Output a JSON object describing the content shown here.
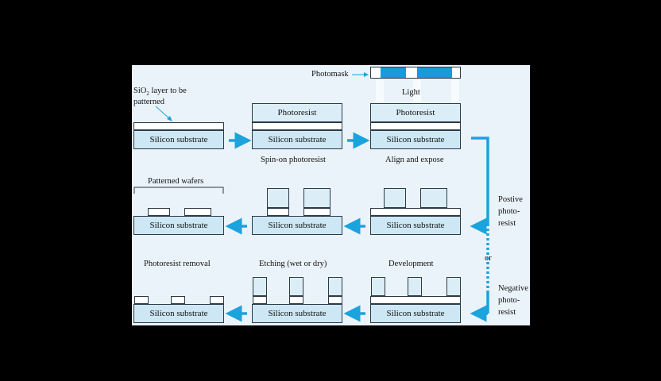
{
  "labels": {
    "photomask": "Photomask",
    "light": "Light",
    "sio2_main": "SiO",
    "sio2_sub": "2",
    "sio2_rest": " layer to be",
    "patterned": "patterned",
    "photoresist": "Photoresist",
    "substrate": "Silicon substrate",
    "spin_on": "Spin-on photoresist",
    "align_expose": "Align and expose",
    "patterned_wafers": "Patterned wafers",
    "photoresist_removal": "Photoresist removal",
    "etching": "Etching (wet or dry)",
    "development": "Development",
    "positive_1": "Postive",
    "positive_2": "photo-",
    "positive_3": "resist",
    "or": "or",
    "negative_1": "Negative",
    "negative_2": "photo-",
    "negative_3": "resist"
  },
  "colors": {
    "arrow": "#1ba3dd",
    "mask": "#1a9ad6",
    "substrate": "#cde7f4",
    "panel": "#eaf3fa"
  }
}
